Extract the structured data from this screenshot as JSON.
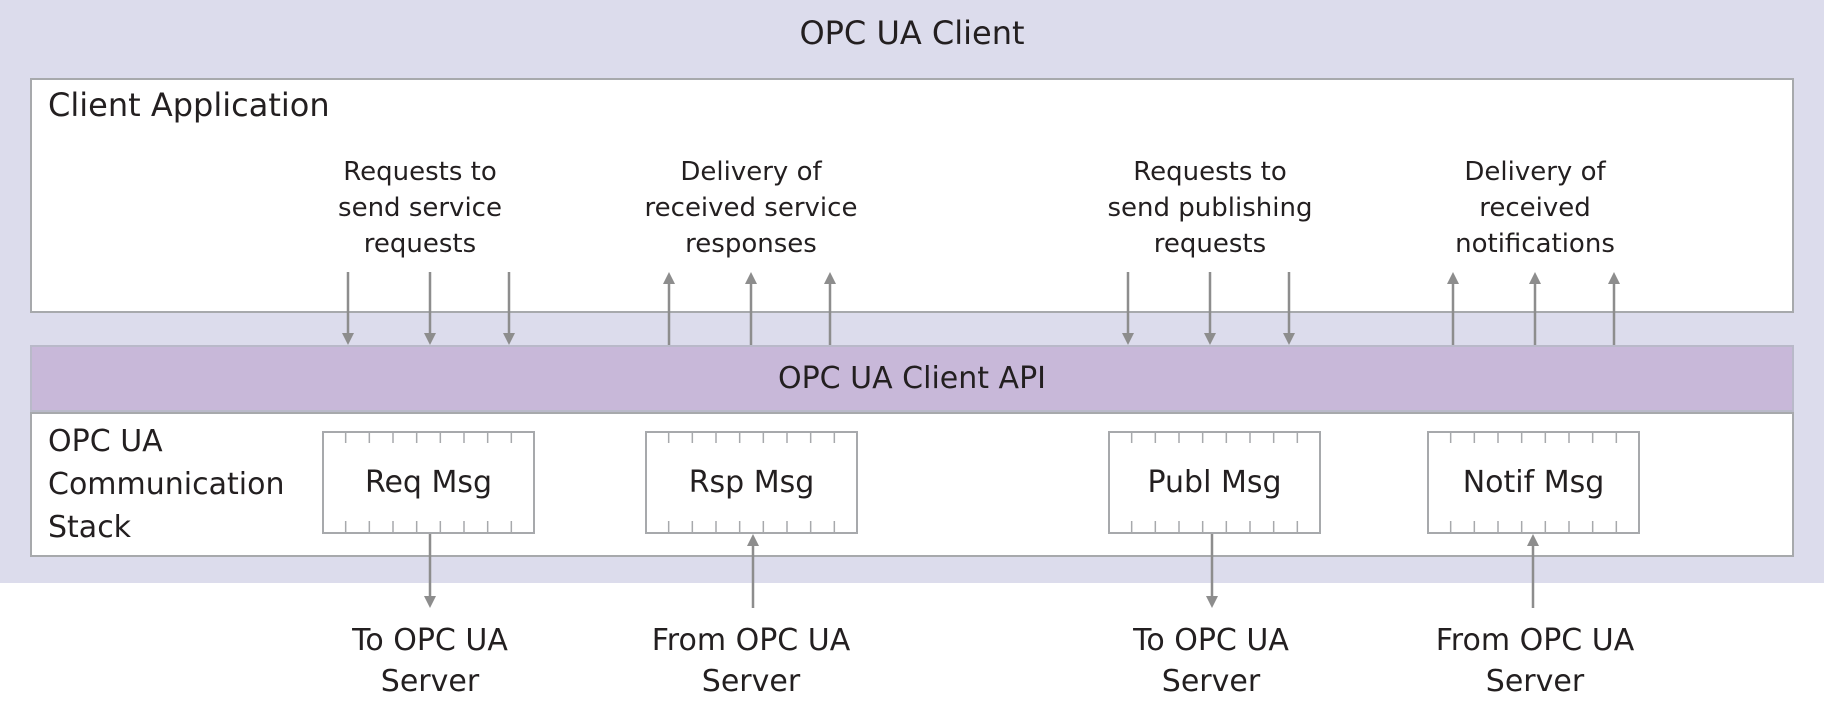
{
  "outer": {
    "title": "OPC UA Client"
  },
  "client_app": {
    "title": "Client Application",
    "groups": [
      {
        "label": "Requests to send service requests",
        "lines": [
          "Requests to",
          "send service",
          "requests"
        ],
        "direction": "down"
      },
      {
        "label": "Delivery of received service responses",
        "lines": [
          "Delivery of",
          "received service",
          "responses"
        ],
        "direction": "up"
      },
      {
        "label": "Requests to send publishing requests",
        "lines": [
          "Requests to",
          "send publishing",
          "requests"
        ],
        "direction": "down"
      },
      {
        "label": "Delivery of received notifications",
        "lines": [
          "Delivery of",
          "received",
          "notifications"
        ],
        "direction": "up"
      }
    ]
  },
  "api": {
    "title": "OPC UA Client API"
  },
  "stack": {
    "title_lines": [
      "OPC UA",
      "Communication",
      "Stack"
    ],
    "messages": [
      {
        "label": "Req Msg",
        "flow": "down"
      },
      {
        "label": "Rsp Msg",
        "flow": "up"
      },
      {
        "label": "Publ Msg",
        "flow": "down"
      },
      {
        "label": "Notif Msg",
        "flow": "up"
      }
    ]
  },
  "outside": [
    {
      "lines": [
        "To OPC UA",
        "Server"
      ]
    },
    {
      "lines": [
        "From OPC UA",
        "Server"
      ]
    },
    {
      "lines": [
        "To OPC UA",
        "Server"
      ]
    },
    {
      "lines": [
        "From OPC UA",
        "Server"
      ]
    }
  ],
  "colors": {
    "outer_bg": "#dcdcec",
    "api_bg": "#c8b8d9",
    "border": "#a7a9ac",
    "arrow": "#8d8d8d"
  }
}
